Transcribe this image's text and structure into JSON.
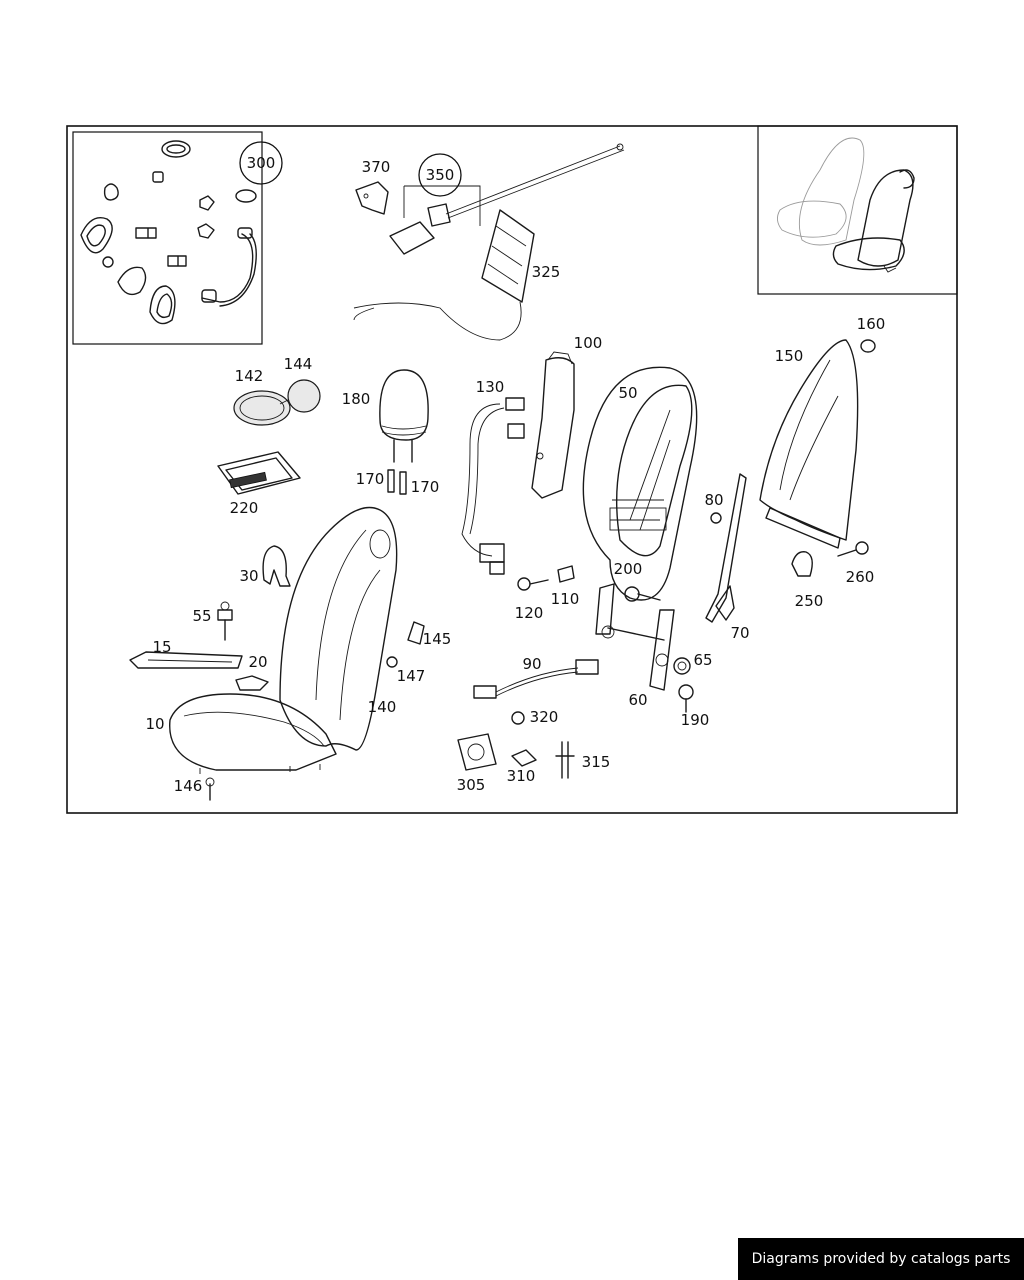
{
  "footer": {
    "text": "Diagrams provided by catalogs parts"
  },
  "callouts": [
    "300",
    "370",
    "350",
    "325",
    "100",
    "130",
    "50",
    "150",
    "160",
    "142",
    "144",
    "180",
    "220",
    "170",
    "170",
    "80",
    "30",
    "200",
    "250",
    "260",
    "55",
    "120",
    "110",
    "145",
    "15",
    "20",
    "147",
    "90",
    "65",
    "70",
    "10",
    "140",
    "60",
    "190",
    "320",
    "315",
    "146",
    "305",
    "310"
  ]
}
